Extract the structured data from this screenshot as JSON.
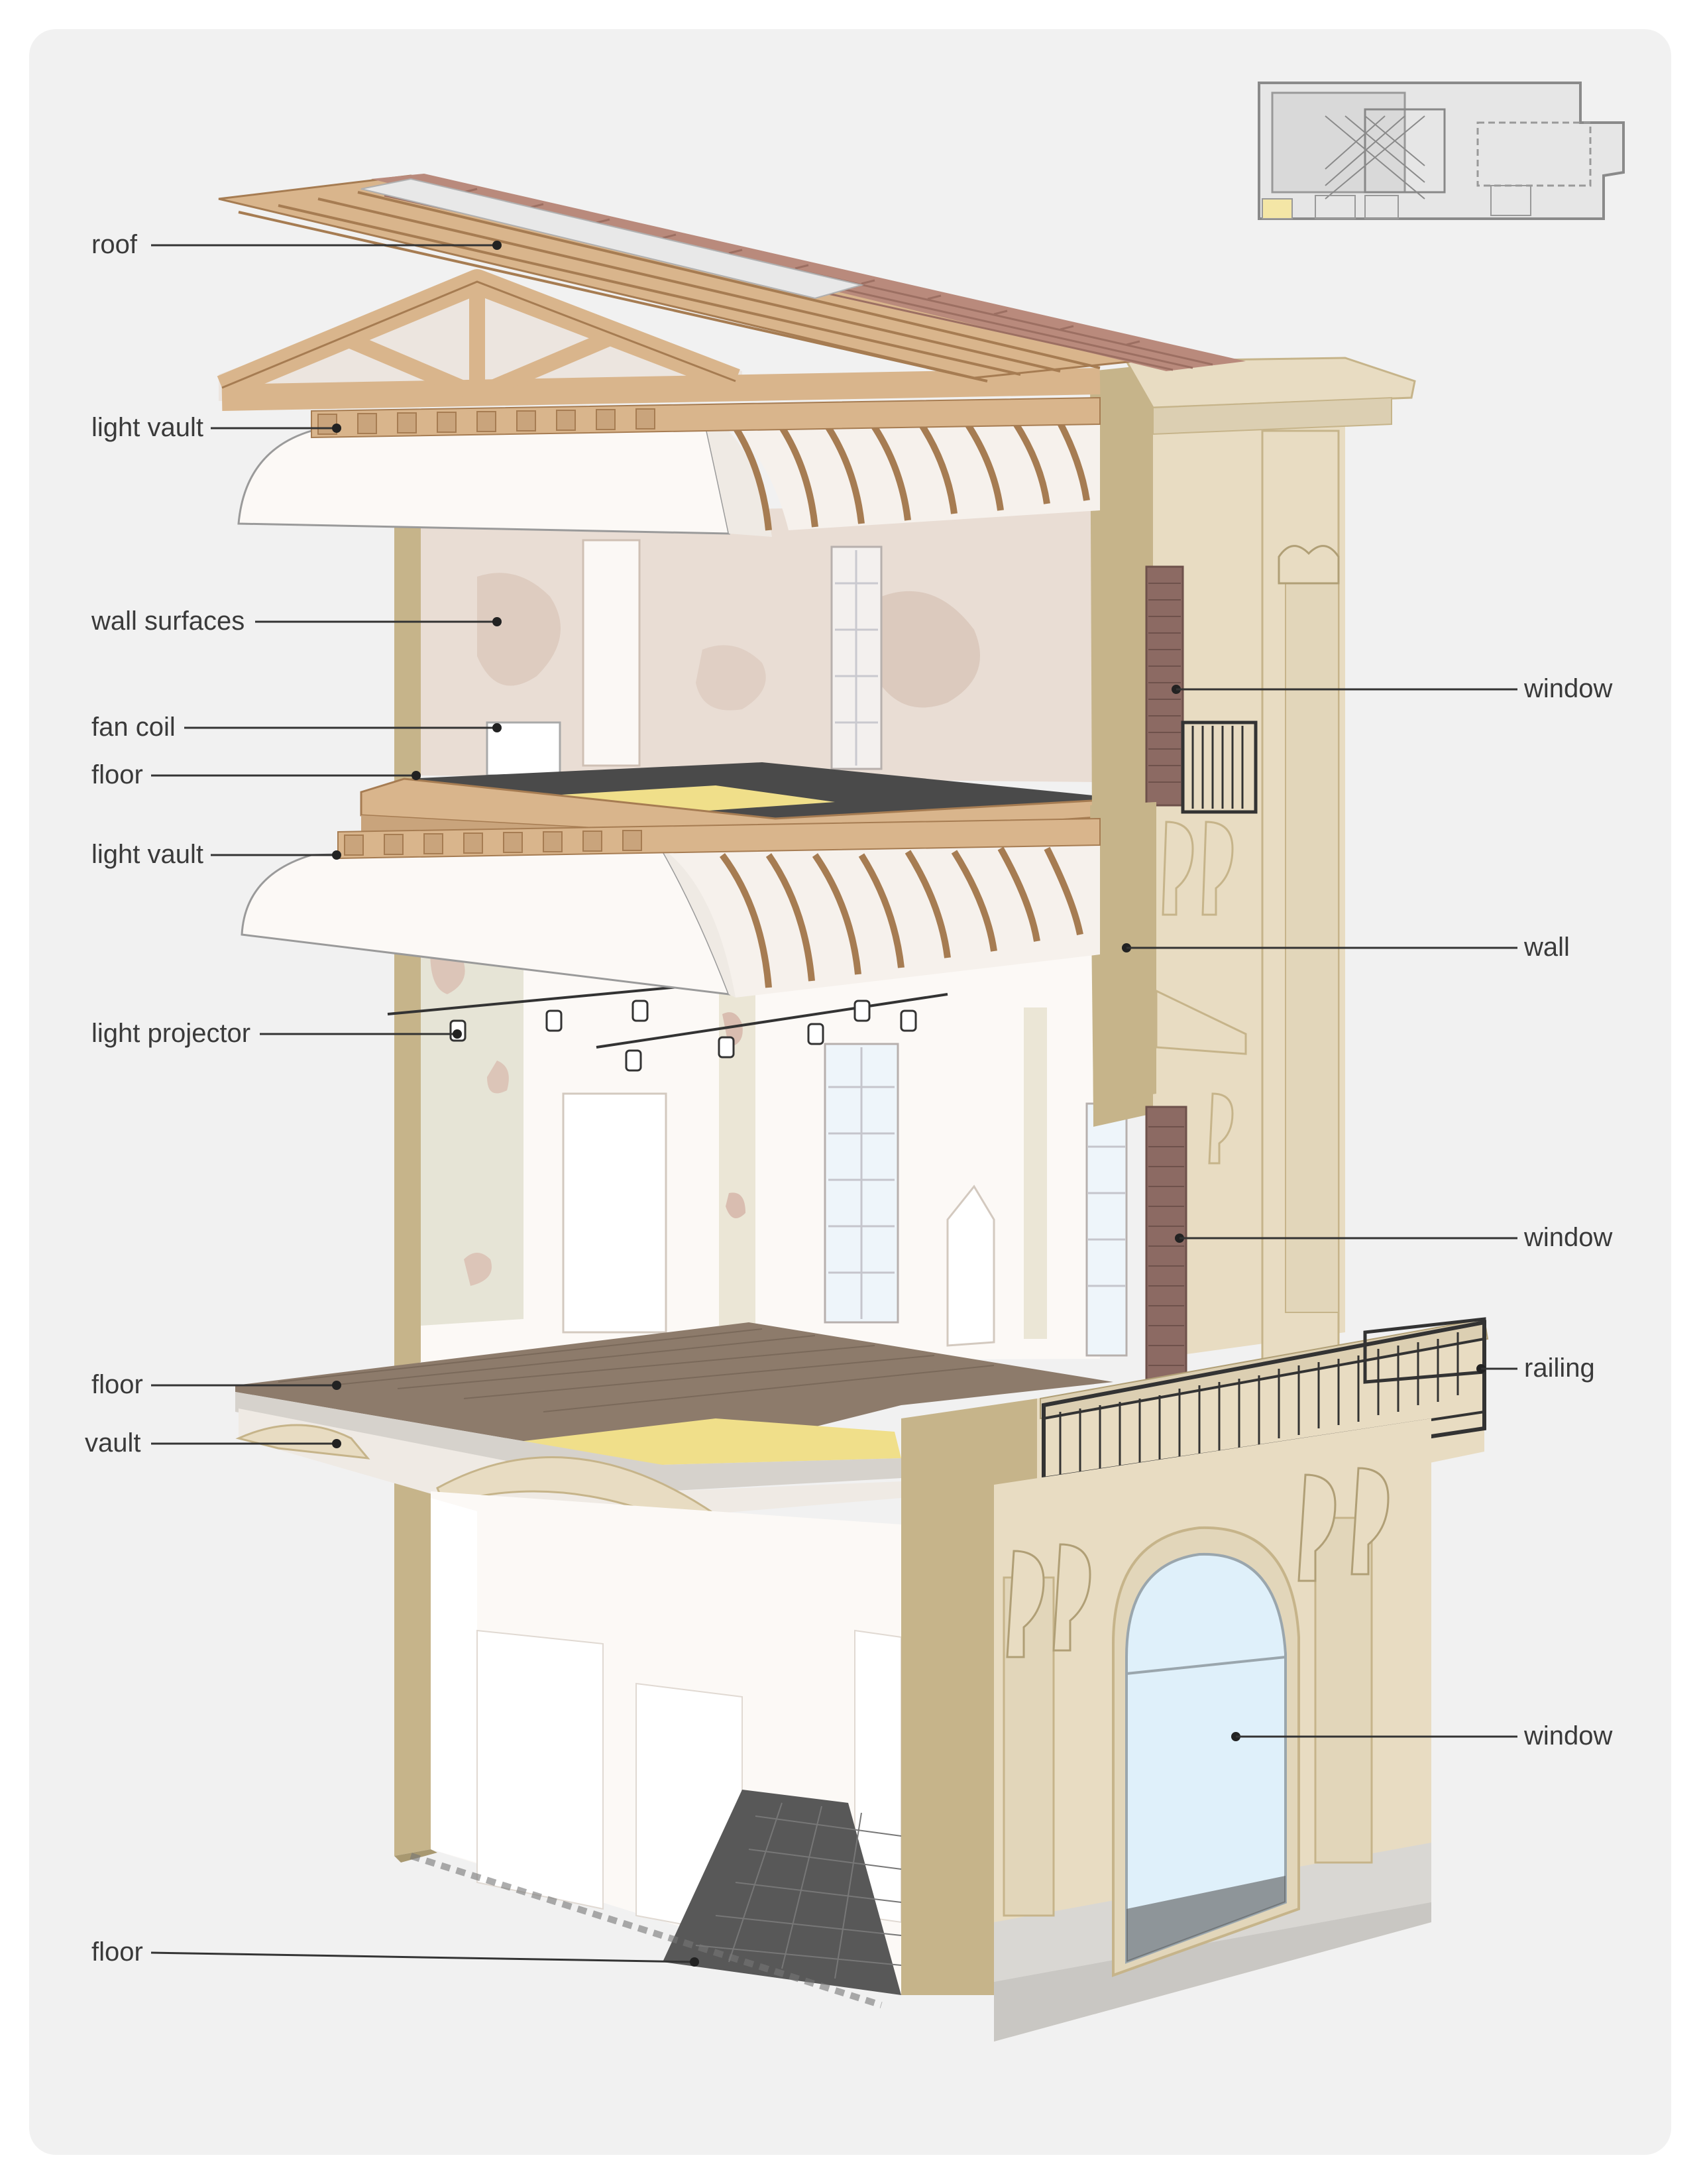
{
  "colors": {
    "panel": "#f1f1f1",
    "wood": "#d9b58c",
    "wood_dark": "#a67c52",
    "tile": "#b98a7c",
    "stone": "#e8dcc2",
    "stone_dark": "#c6b48a",
    "plaster": "#e9ddd4",
    "white_wall": "#fcf9f6",
    "floor_dark": "#4a4a4a",
    "floor_parquet": "#8d7b6b",
    "insulation": "#f0df8a",
    "glass": "#dff0fa",
    "shutter": "#8c6a63",
    "railing": "#333333",
    "plan": "#9a9a9a",
    "plan_highlight": "#f4e6a6"
  },
  "labels": [
    {
      "id": "roof",
      "text": "roof",
      "side": "left"
    },
    {
      "id": "light-vault-upper",
      "text": "light vault",
      "side": "left"
    },
    {
      "id": "wall-surfaces",
      "text": "wall surfaces",
      "side": "left"
    },
    {
      "id": "fan-coil",
      "text": "fan coil",
      "side": "left"
    },
    {
      "id": "floor-upper",
      "text": "floor",
      "side": "left"
    },
    {
      "id": "light-vault-lower",
      "text": "light vault",
      "side": "left"
    },
    {
      "id": "light-projector",
      "text": "light projector",
      "side": "left"
    },
    {
      "id": "floor-middle",
      "text": "floor",
      "side": "left"
    },
    {
      "id": "vault",
      "text": "vault",
      "side": "left"
    },
    {
      "id": "floor-ground",
      "text": "floor",
      "side": "left"
    },
    {
      "id": "window-upper",
      "text": "window",
      "side": "right"
    },
    {
      "id": "wall",
      "text": "wall",
      "side": "right"
    },
    {
      "id": "window-middle",
      "text": "window",
      "side": "right"
    },
    {
      "id": "railing",
      "text": "railing",
      "side": "right"
    },
    {
      "id": "window-ground",
      "text": "window",
      "side": "right"
    }
  ]
}
